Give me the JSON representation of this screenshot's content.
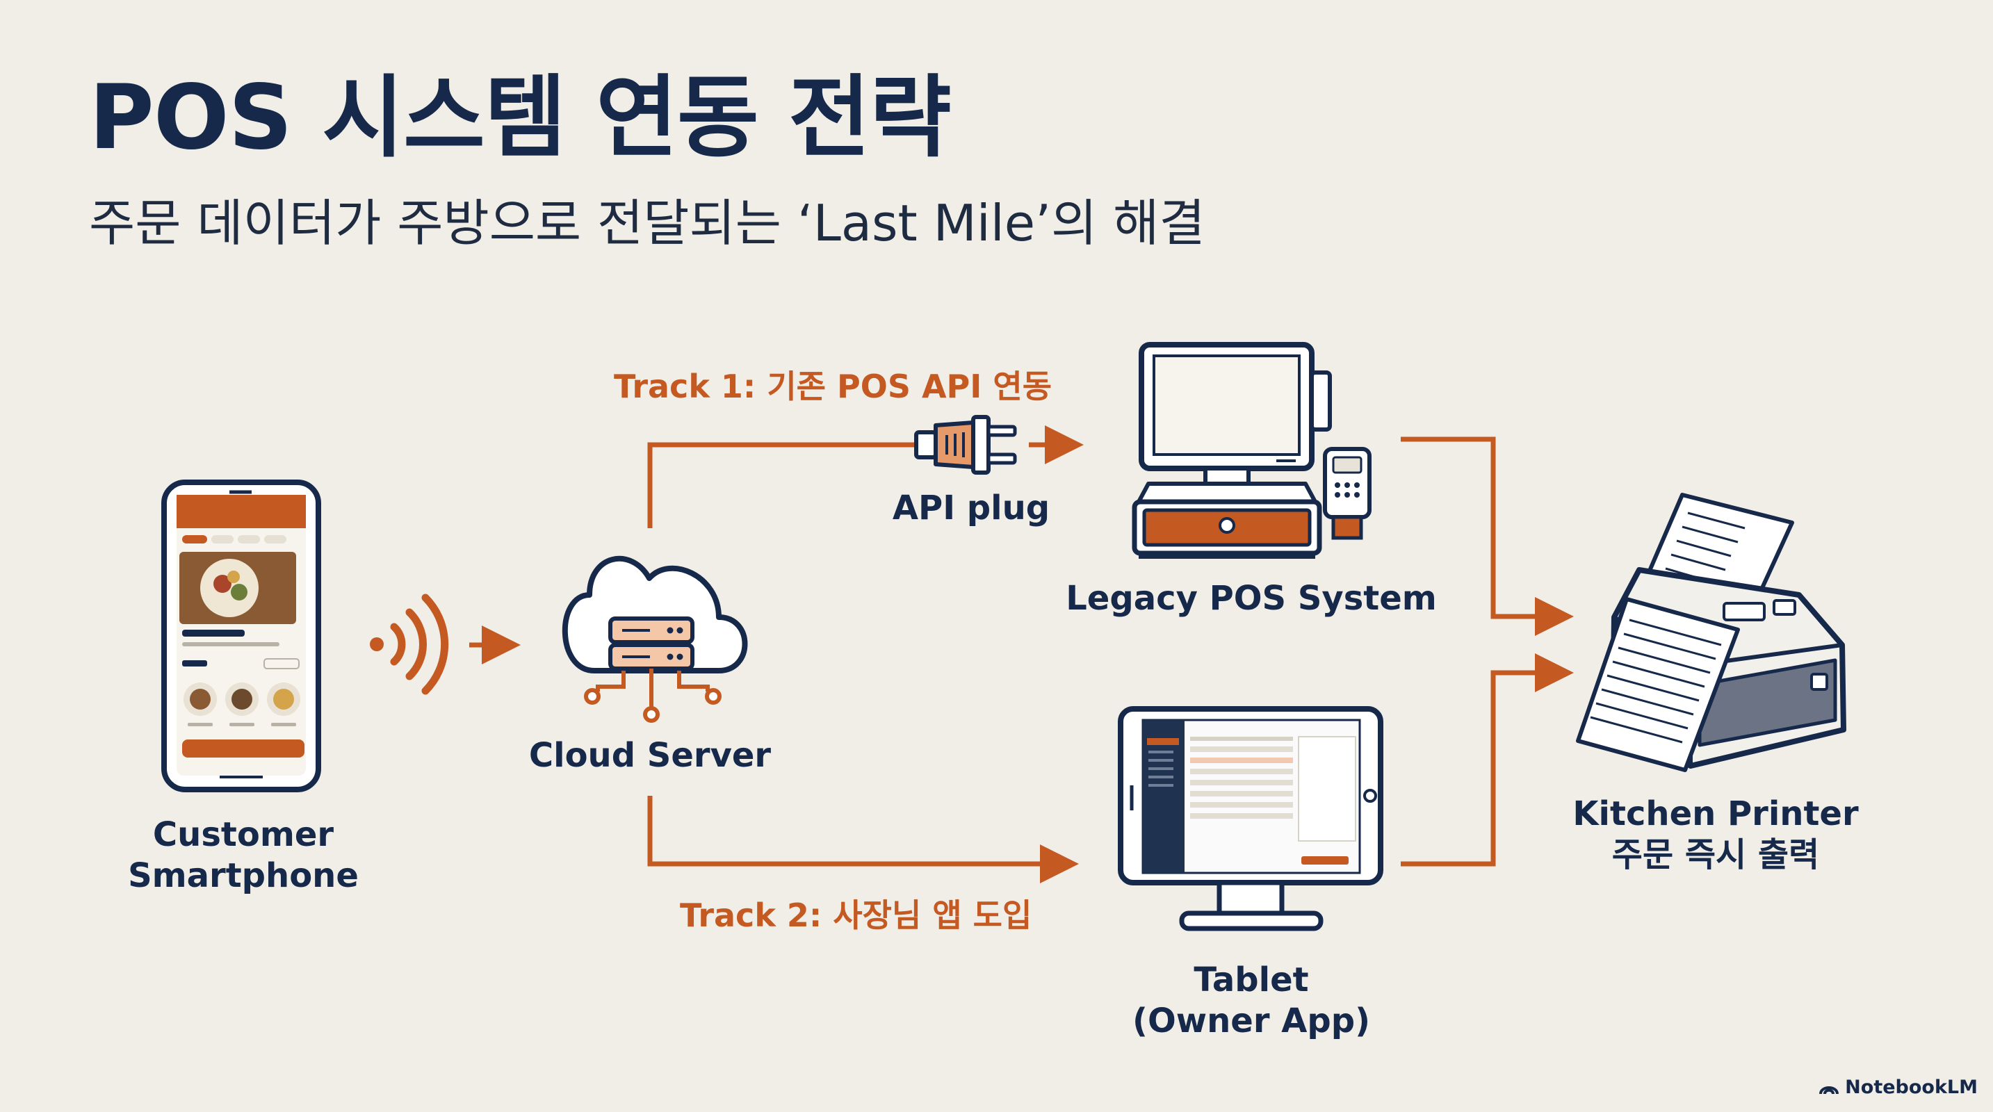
{
  "header": {
    "title": "POS 시스템 연동 전략",
    "subtitle": "주문 데이터가 주방으로 전달되는 ‘Last Mile’의 해결"
  },
  "nodes": {
    "smartphone": {
      "line1": "Customer",
      "line2": "Smartphone"
    },
    "cloud": {
      "label": "Cloud Server"
    },
    "plug": {
      "label": "API plug"
    },
    "pos": {
      "label": "Legacy POS System"
    },
    "tablet": {
      "line1": "Tablet",
      "line2": "(Owner App)"
    },
    "printer": {
      "line1": "Kitchen Printer",
      "line2": "주문 즉시 출력"
    }
  },
  "tracks": {
    "track1": "Track 1: 기존 POS API 연동",
    "track2": "Track 2: 사장님 앱 도입"
  },
  "branding": {
    "logo_text": "NotebookLM"
  },
  "colors": {
    "accent": "#c45a22",
    "navy": "#16294a",
    "background": "#f0eee6"
  }
}
